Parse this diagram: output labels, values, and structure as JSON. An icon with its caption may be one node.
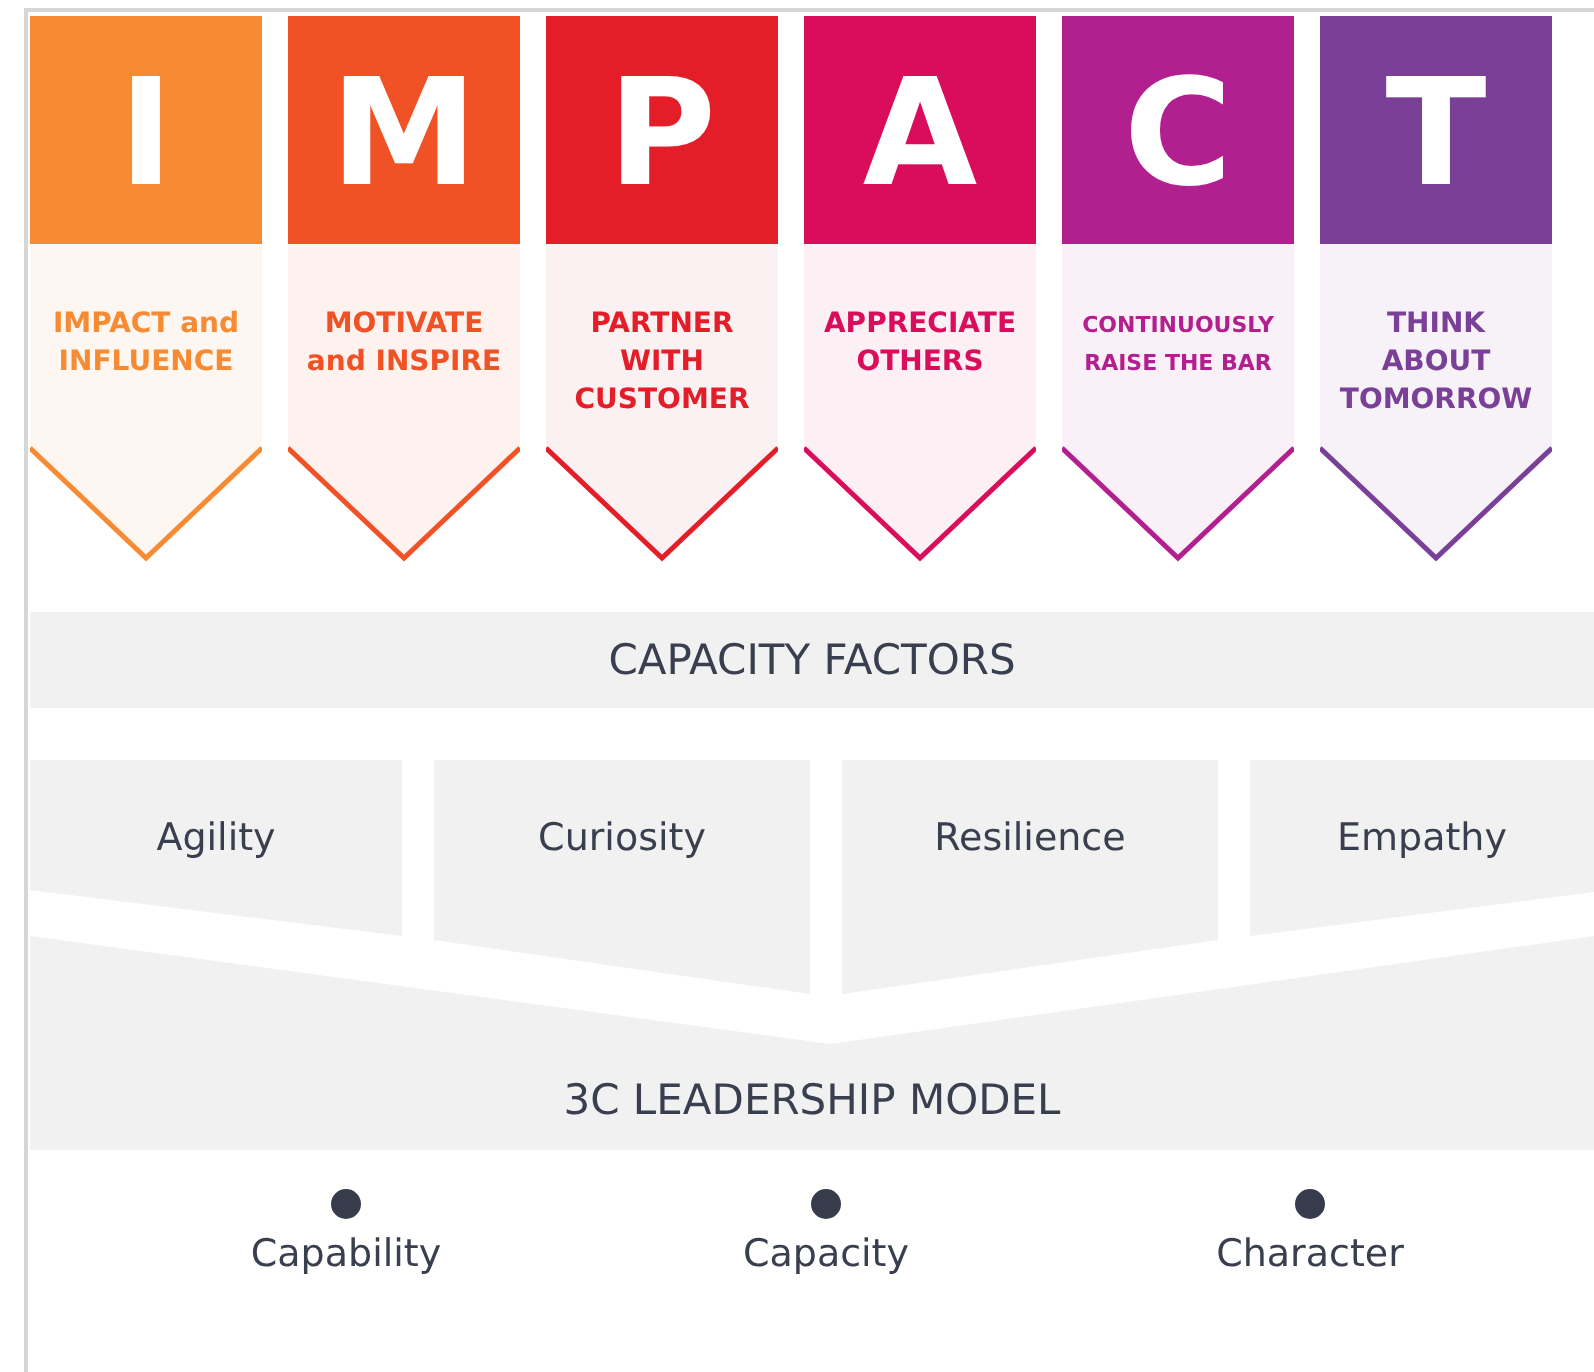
{
  "diagram": {
    "nodes": [
      {
        "text": [
          "I",
          "IMPACT and INFLUENCE"
        ]
      },
      {
        "text": [
          "M",
          "MOTIVATE and INSPIRE"
        ]
      },
      {
        "text": [
          "P",
          "PARTNER WITH CUSTOMER"
        ]
      },
      {
        "text": [
          "A",
          "APPRECIATE OTHERS"
        ]
      },
      {
        "text": [
          "C",
          "CONTINUOUSLY RAISE THE BAR"
        ]
      },
      {
        "text": [
          "T",
          "THINK ABOUT TOMORROW"
        ]
      },
      {
        "text": [
          "CAPACITY FACTORS"
        ]
      },
      {
        "text": [
          "Agility"
        ]
      },
      {
        "text": [
          "Curiosity"
        ]
      },
      {
        "text": [
          "Resilience"
        ]
      },
      {
        "text": [
          "Empathy"
        ]
      },
      {
        "text": [
          "3C LEADERSHIP MODEL"
        ]
      }
    ],
    "labels": [
      "Capability",
      "Capacity",
      "Character"
    ]
  }
}
